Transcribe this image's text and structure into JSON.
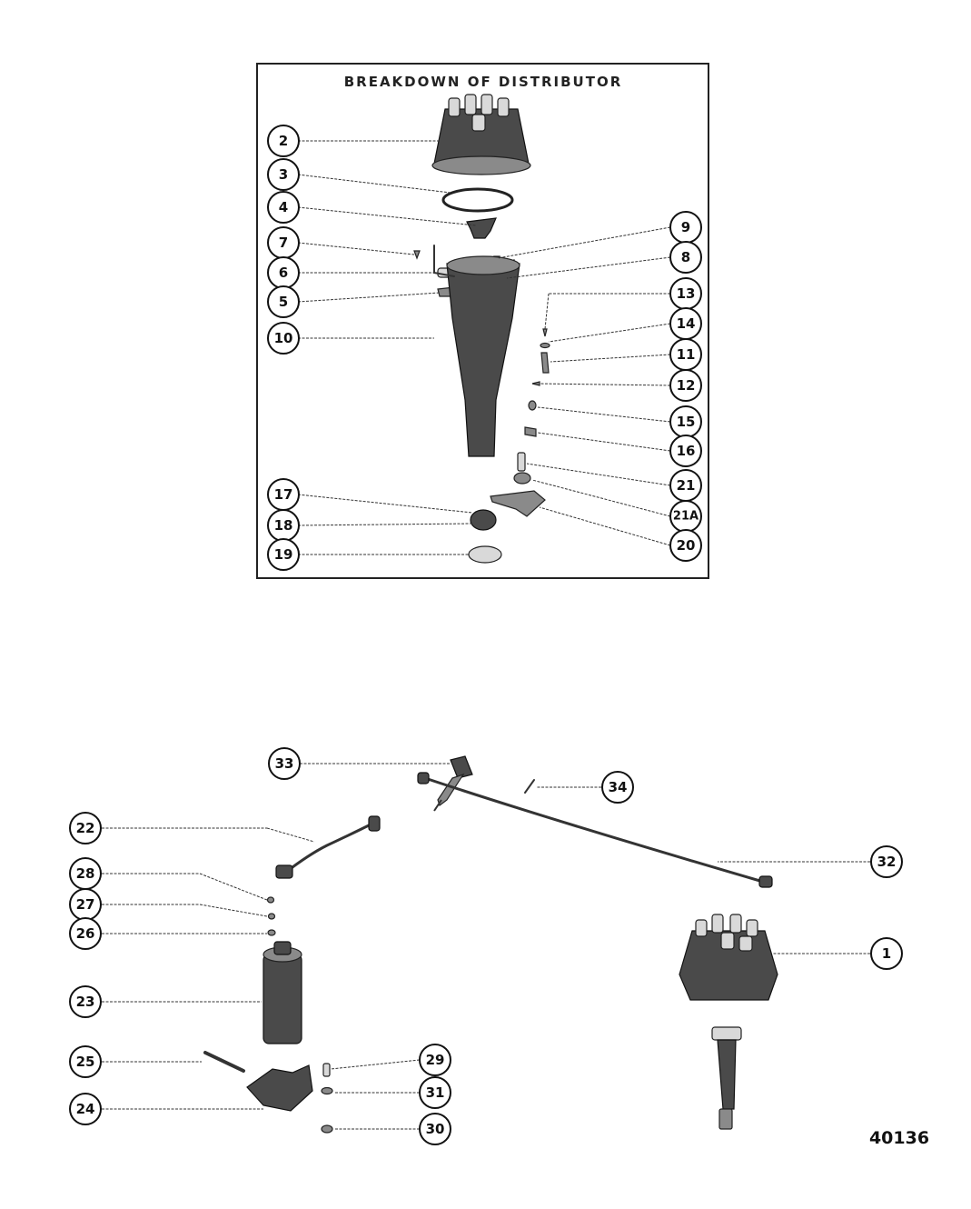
{
  "inset": {
    "title": "BREAKDOWN OF DISTRIBUTOR"
  },
  "figure_number": "40136",
  "callouts": {
    "c1": "1",
    "c2": "2",
    "c3": "3",
    "c4": "4",
    "c5": "5",
    "c6": "6",
    "c7": "7",
    "c8": "8",
    "c9": "9",
    "c10": "10",
    "c11": "11",
    "c12": "12",
    "c13": "13",
    "c14": "14",
    "c15": "15",
    "c16": "16",
    "c17": "17",
    "c18": "18",
    "c19": "19",
    "c20": "20",
    "c21": "21",
    "c21a": "21A",
    "c22": "22",
    "c23": "23",
    "c24": "24",
    "c25": "25",
    "c26": "26",
    "c27": "27",
    "c28": "28",
    "c29": "29",
    "c30": "30",
    "c31": "31",
    "c32": "32",
    "c33": "33",
    "c34": "34"
  }
}
